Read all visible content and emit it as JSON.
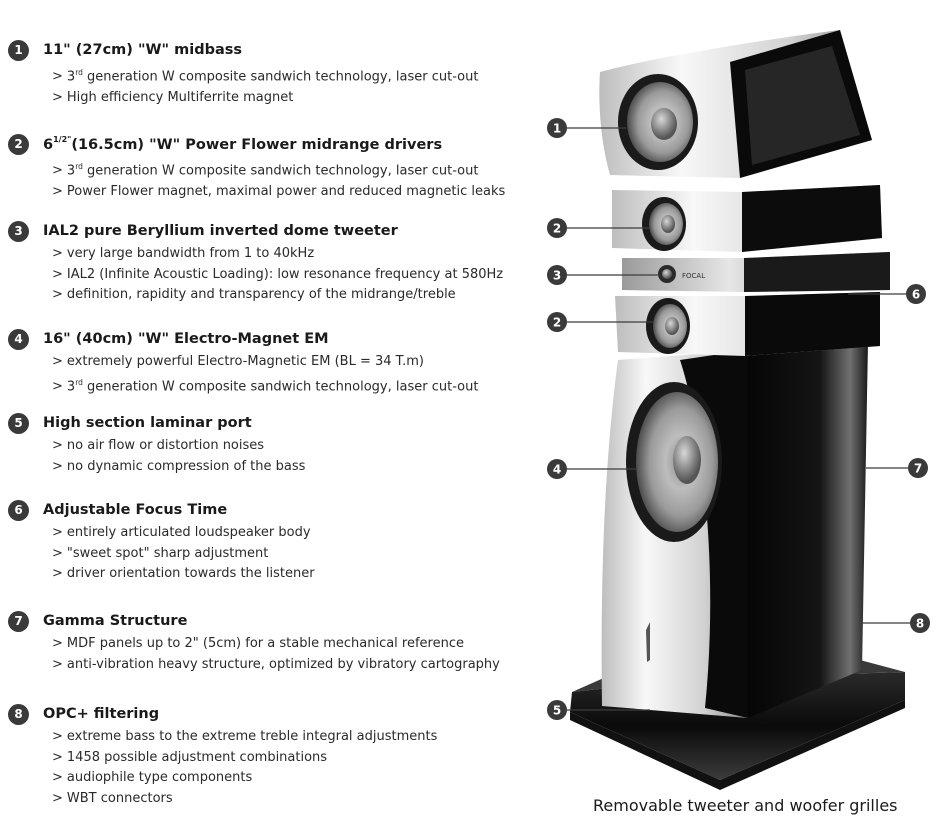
{
  "features": [
    {
      "num": "1",
      "title": "11\" (27cm) \"W\" midbass",
      "bullets": [
        {
          "pre": "3",
          "sup": "rd",
          "post": " generation W composite sandwich technology, laser cut-out"
        },
        {
          "pre": "High efficiency Multiferrite magnet",
          "sup": "",
          "post": ""
        }
      ]
    },
    {
      "num": "2",
      "title_pre": "6",
      "title_sup": "1/2\"",
      "title_post": "(16.5cm) \"W\" Power Flower midrange drivers",
      "bullets": [
        {
          "pre": "3",
          "sup": "rd",
          "post": " generation W composite sandwich technology, laser cut-out"
        },
        {
          "pre": "Power Flower magnet, maximal power and reduced magnetic leaks",
          "sup": "",
          "post": ""
        }
      ]
    },
    {
      "num": "3",
      "title": "IAL2 pure Beryllium inverted dome tweeter",
      "bullets": [
        {
          "pre": "very large bandwidth from 1 to 40kHz",
          "sup": "",
          "post": ""
        },
        {
          "pre": "IAL2 (Infinite Acoustic Loading): low resonance frequency at 580Hz",
          "sup": "",
          "post": ""
        },
        {
          "pre": "definition, rapidity and transparency of the midrange/treble",
          "sup": "",
          "post": ""
        }
      ]
    },
    {
      "num": "4",
      "title": "16\" (40cm) \"W\" Electro-Magnet EM",
      "bullets": [
        {
          "pre": "extremely powerful Electro-Magnetic EM (BL = 34 T.m)",
          "sup": "",
          "post": ""
        },
        {
          "pre": "3",
          "sup": "rd",
          "post": " generation W composite sandwich technology, laser cut-out"
        }
      ]
    },
    {
      "num": "5",
      "title": "High section laminar port",
      "bullets": [
        {
          "pre": "no air flow or distortion noises",
          "sup": "",
          "post": ""
        },
        {
          "pre": "no dynamic compression of the bass",
          "sup": "",
          "post": ""
        }
      ]
    },
    {
      "num": "6",
      "title": "Adjustable Focus Time",
      "bullets": [
        {
          "pre": "entirely articulated loudspeaker body",
          "sup": "",
          "post": ""
        },
        {
          "pre": "\"sweet spot\" sharp adjustment",
          "sup": "",
          "post": ""
        },
        {
          "pre": "driver orientation towards the listener",
          "sup": "",
          "post": ""
        }
      ]
    },
    {
      "num": "7",
      "title": "Gamma Structure",
      "bullets": [
        {
          "pre": "MDF panels up to 2\" (5cm) for a stable mechanical reference",
          "sup": "",
          "post": ""
        },
        {
          "pre": "anti-vibration heavy structure, optimized by vibratory cartography",
          "sup": "",
          "post": ""
        }
      ]
    },
    {
      "num": "8",
      "title": "OPC+ filtering",
      "bullets": [
        {
          "pre": "extreme bass to the extreme treble integral adjustments",
          "sup": "",
          "post": ""
        },
        {
          "pre": "1458 possible adjustment combinations",
          "sup": "",
          "post": ""
        },
        {
          "pre": "audiophile type components",
          "sup": "",
          "post": ""
        },
        {
          "pre": "WBT connectors",
          "sup": "",
          "post": ""
        }
      ]
    }
  ],
  "bullet_marker": ">",
  "speaker_badge_text": "FOCAL",
  "callouts": [
    "1",
    "2",
    "3",
    "2",
    "4",
    "5",
    "6",
    "7",
    "8"
  ],
  "caption": "Removable tweeter and woofer grilles",
  "colors": {
    "badge": "#3a3a3a",
    "badge_text": "#ffffff",
    "text": "#1c1c1c",
    "speaker_black": "#0b0b0b",
    "speaker_silver": "#d9d9d9"
  }
}
